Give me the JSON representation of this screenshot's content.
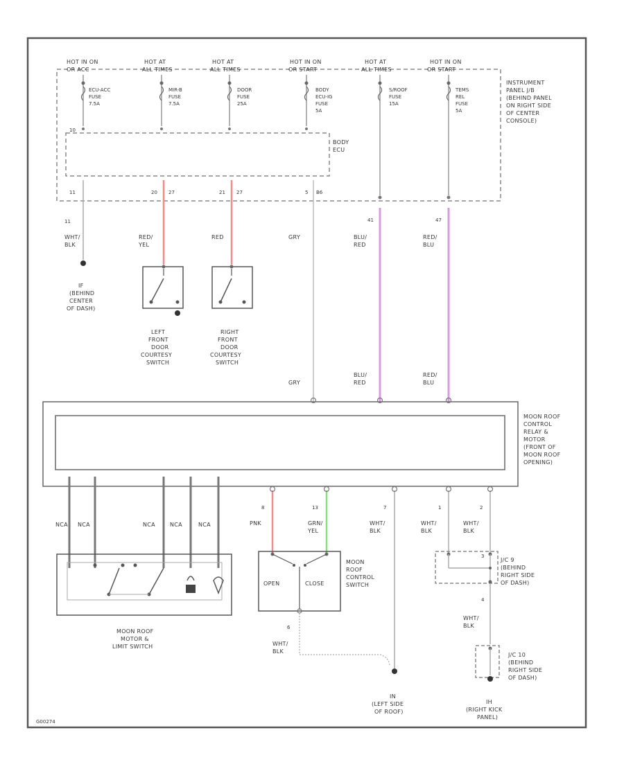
{
  "fuses": [
    {
      "supply": [
        "HOT IN ON",
        "OR ACC"
      ],
      "name": [
        "ECU-ACC",
        "FUSE",
        "7.5A"
      ]
    },
    {
      "supply": [
        "HOT AT",
        "ALL TIMES"
      ],
      "name": [
        "MIR-B",
        "FUSE",
        "7.5A"
      ]
    },
    {
      "supply": [
        "HOT AT",
        "ALL TIMES"
      ],
      "name": [
        "DOOR",
        "FUSE",
        "25A"
      ]
    },
    {
      "supply": [
        "HOT IN ON",
        "OR START"
      ],
      "name": [
        "BODY",
        "ECU-IG",
        "FUSE",
        "5A"
      ]
    },
    {
      "supply": [
        "HOT AT",
        "ALL TIMES"
      ],
      "name": [
        "S/ROOF",
        "FUSE",
        "15A"
      ]
    },
    {
      "supply": [
        "HOT IN ON",
        "OR START"
      ],
      "name": [
        "TEMS",
        "REL",
        "FUSE",
        "5A"
      ]
    }
  ],
  "instrument_panel_jb": [
    "INSTRUMENT",
    "PANEL J/B",
    "(BEHIND PANEL",
    "ON RIGHT SIDE",
    "OF CENTER",
    "CONSOLE)"
  ],
  "body_ecu": [
    "BODY",
    "ECU"
  ],
  "pins": {
    "p10": "10",
    "p11": "11",
    "p20": "20",
    "p27a": "27",
    "p21": "21",
    "p27b": "27",
    "p5": "5",
    "pb6": "B6",
    "p41": "41",
    "p47": "47",
    "m8": "8",
    "m13": "13",
    "m7": "7",
    "m1": "1",
    "m2": "2",
    "j3": "3",
    "j4": "4",
    "s6": "6"
  },
  "wires": {
    "ground_wire": [
      "WHT/",
      "BLK"
    ],
    "left_door": [
      "RED/",
      "YEL"
    ],
    "right_door": "RED",
    "gry_top": "GRY",
    "blu_red_top": [
      "BLU/",
      "RED"
    ],
    "red_blu_top": [
      "RED/",
      "BLU"
    ],
    "gry_bottom": "GRY",
    "blu_red_bottom": [
      "BLU/",
      "RED"
    ],
    "red_blu_bottom": [
      "RED/",
      "BLU"
    ],
    "nca": [
      "NCA",
      "NCA",
      "NCA",
      "NCA",
      "NCA"
    ],
    "pnk": "PNK",
    "grn_yel": [
      "GRN/",
      "YEL"
    ],
    "m7_wire": [
      "WHT/",
      "BLK"
    ],
    "m1_wire": [
      "WHT/",
      "BLK"
    ],
    "m2_wire": [
      "WHT/",
      "BLK"
    ],
    "jc_wire": [
      "WHT/",
      "BLK"
    ],
    "switch_gnd_wire": [
      "WHT/",
      "BLK"
    ]
  },
  "grounds": {
    "dash": [
      "IF",
      "(BEHIND",
      "CENTER",
      "OF DASH)"
    ],
    "roof": [
      "IN",
      "(LEFT SIDE",
      "OF ROOF)"
    ],
    "kick": [
      "IH",
      "(RIGHT KICK",
      "PANEL)"
    ]
  },
  "switches": {
    "left_door": [
      "LEFT",
      "FRONT",
      "DOOR",
      "COURTESY",
      "SWITCH"
    ],
    "right_door": [
      "RIGHT",
      "FRONT",
      "DOOR",
      "COURTESY",
      "SWITCH"
    ],
    "motor_limit": [
      "MOON ROOF",
      "MOTOR &",
      "LIMIT SWITCH"
    ],
    "control_switch": [
      "MOON",
      "ROOF",
      "CONTROL",
      "SWITCH"
    ],
    "open": "OPEN",
    "close": "CLOSE"
  },
  "relay_module": [
    "MOON ROOF",
    "CONTROL",
    "RELAY &",
    "MOTOR",
    "(FRONT OF",
    "MOON ROOF",
    "OPENING)"
  ],
  "junctions": {
    "jc9": [
      "J/C 9",
      "(BEHIND",
      "RIGHT SIDE",
      "OF DASH)"
    ],
    "jc10": [
      "J/C 10",
      "(BEHIND",
      "RIGHT SIDE",
      "OF DASH)"
    ]
  },
  "figure_id": "G00274"
}
